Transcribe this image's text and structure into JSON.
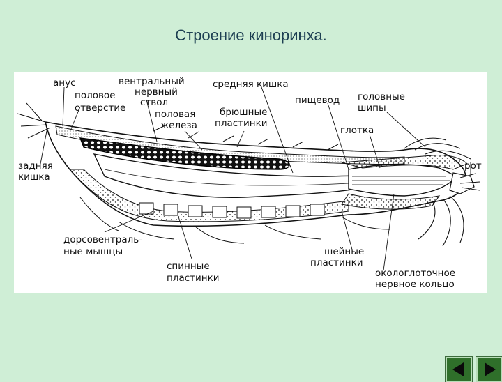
{
  "slide": {
    "title": "Строение киноринха."
  },
  "labels": {
    "anus": "анус",
    "genital_1": "половое",
    "genital_2": "отверстие",
    "ventral_1": "вентральный",
    "ventral_2": "нервный",
    "ventral_3": "ствол",
    "gonad_1": "половая",
    "gonad_2": "железа",
    "midgut": "средняя кишка",
    "ventral_plates_1": "брюшные",
    "ventral_plates_2": "пластинки",
    "esophagus": "пищевод",
    "spines_1": "головные",
    "spines_2": "шипы",
    "pharynx": "глотка",
    "mouth": "рот",
    "hindgut_1": "задняя",
    "hindgut_2": "кишка",
    "dv_muscles_1": "дорсовентраль-",
    "dv_muscles_2": "ные мышцы",
    "dorsal_plates_1": "спинные",
    "dorsal_plates_2": "пластинки",
    "neck_plates_1": "шейные",
    "neck_plates_2": "пластинки",
    "nerve_ring_1": "окологлоточное",
    "nerve_ring_2": "нервное кольцо"
  },
  "nav": {
    "prev_icon": "triangle-left-icon",
    "next_icon": "triangle-right-icon",
    "color": "#2f6f2a"
  }
}
